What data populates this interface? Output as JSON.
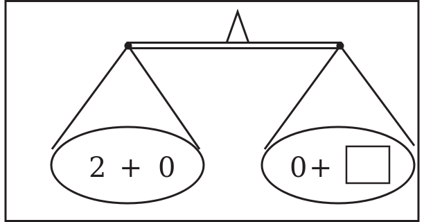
{
  "left_pan": {
    "operand_a": "2",
    "operator": "+",
    "operand_b": "0"
  },
  "right_pan": {
    "operand_a": "0",
    "operator": "+",
    "blank": ""
  },
  "colors": {
    "ink": "#231f20",
    "background": "#ffffff"
  }
}
